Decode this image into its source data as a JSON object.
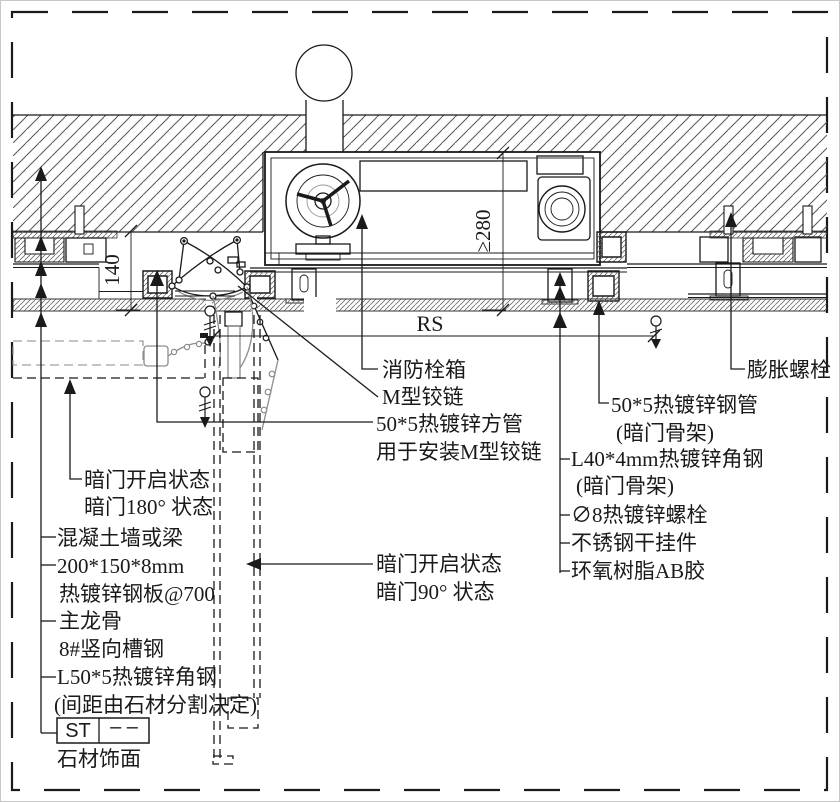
{
  "dims": {
    "cavity": "140",
    "box": "≥280",
    "span": "RS"
  },
  "tag": {
    "code": "ST",
    "value": "– –"
  },
  "labels": {
    "hydrant": "消防栓箱",
    "hinge": "M型铰链",
    "tube": {
      "line1": "50*5热镀锌方管",
      "line2": "用于安装M型铰链"
    },
    "door90": {
      "line1": "暗门开启状态",
      "line2": "暗门90° 状态"
    },
    "door180": {
      "line1": "暗门开启状态",
      "line2": "暗门180° 状态"
    },
    "concrete": "混凝土墙或梁",
    "plate": {
      "line1": "200*150*8mm",
      "line2": "热镀锌钢板@700"
    },
    "keel": "主龙骨",
    "channel": "8#竖向槽钢",
    "angle50": {
      "line1": "L50*5热镀锌角钢",
      "line2": "(间距由石材分割决定)"
    },
    "stone": "石材饰面",
    "anchor": "膨胀螺栓",
    "pipe": {
      "line1": "50*5热镀锌钢管",
      "line2": "(暗门骨架)"
    },
    "angle40": {
      "line1": "L40*4mm热镀锌角钢",
      "line2": "(暗门骨架)"
    },
    "bolt": "∅8热镀锌螺栓",
    "hanger": "不锈钢干挂件",
    "epoxy": "环氧树脂AB胶"
  }
}
